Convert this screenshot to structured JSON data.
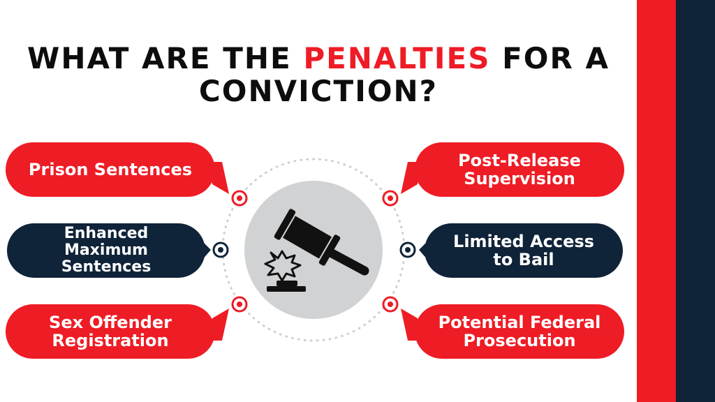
{
  "title": {
    "before": "WHAT ARE THE ",
    "highlight": "PENALTIES",
    "after": " FOR A CONVICTION?"
  },
  "items": [
    {
      "label": "Prison Sentences"
    },
    {
      "label": "Enhanced Maximum Sentences"
    },
    {
      "label": "Sex Offender Registration"
    },
    {
      "label": "Post-Release Supervision"
    },
    {
      "label": "Limited Access to Bail"
    },
    {
      "label": "Potential Federal Prosecution"
    }
  ],
  "center_icon": "gavel-icon",
  "colors": {
    "accent_red": "#ee1c25",
    "navy": "#0f2339",
    "circle_gray": "#d1d2d4"
  }
}
